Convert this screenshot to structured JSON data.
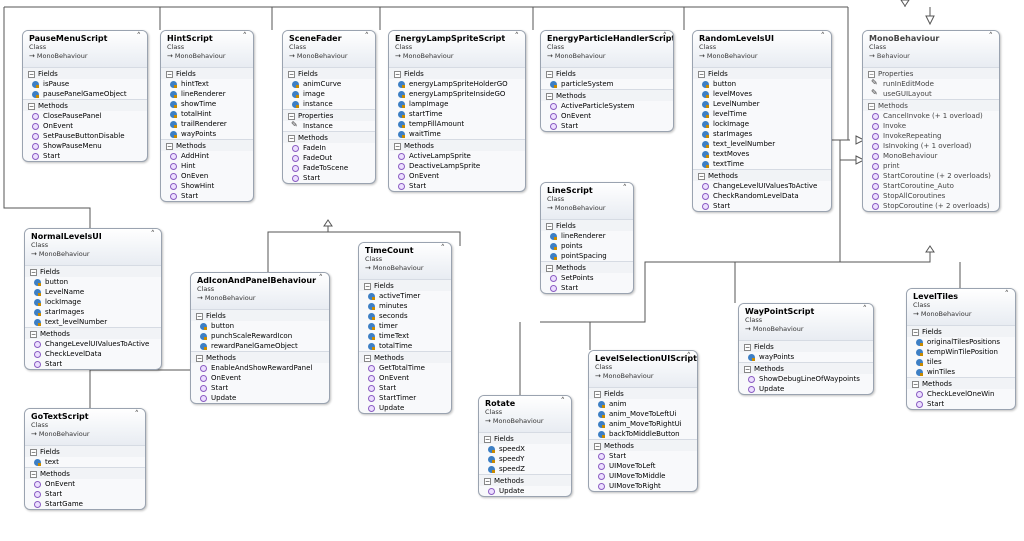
{
  "headers": {
    "fields": "Fields",
    "methods": "Methods",
    "properties": "Properties"
  },
  "classes": [
    {
      "id": "pausemenu",
      "name": "PauseMenuScript",
      "kind": "Class",
      "base": "MonoBehaviour",
      "sections": [
        {
          "title": "Fields",
          "items": [
            {
              "t": "field",
              "n": "isPause"
            },
            {
              "t": "field",
              "n": "pausePanelGameObject"
            }
          ]
        },
        {
          "title": "Methods",
          "items": [
            {
              "t": "method",
              "n": "ClosePausePanel"
            },
            {
              "t": "method",
              "n": "OnEvent"
            },
            {
              "t": "method",
              "n": "SetPauseButtonDisable"
            },
            {
              "t": "method",
              "n": "ShowPauseMenu"
            },
            {
              "t": "method",
              "n": "Start"
            }
          ]
        }
      ]
    },
    {
      "id": "hint",
      "name": "HintScript",
      "kind": "Class",
      "base": "MonoBehaviour",
      "sections": [
        {
          "title": "Fields",
          "items": [
            {
              "t": "field",
              "n": "hintText"
            },
            {
              "t": "field",
              "n": "lineRenderer"
            },
            {
              "t": "field",
              "n": "showTime"
            },
            {
              "t": "field",
              "n": "totalHint"
            },
            {
              "t": "field",
              "n": "trailRenderer"
            },
            {
              "t": "field",
              "n": "wayPoints"
            }
          ]
        },
        {
          "title": "Methods",
          "items": [
            {
              "t": "method",
              "n": "AddHint"
            },
            {
              "t": "method",
              "n": "Hint"
            },
            {
              "t": "method",
              "n": "OnEven"
            },
            {
              "t": "method",
              "n": "ShowHint"
            },
            {
              "t": "method",
              "n": "Start"
            }
          ]
        }
      ]
    },
    {
      "id": "scenefader",
      "name": "SceneFader",
      "kind": "Class",
      "base": "MonoBehaviour",
      "sections": [
        {
          "title": "Fields",
          "items": [
            {
              "t": "field",
              "n": "animCurve"
            },
            {
              "t": "field",
              "n": "image"
            },
            {
              "t": "field",
              "n": "instance"
            }
          ]
        },
        {
          "title": "Properties",
          "items": [
            {
              "t": "prop",
              "n": "Instance"
            }
          ]
        },
        {
          "title": "Methods",
          "items": [
            {
              "t": "method",
              "n": "FadeIn"
            },
            {
              "t": "method",
              "n": "FadeOut"
            },
            {
              "t": "method",
              "n": "FadeToScene"
            },
            {
              "t": "method",
              "n": "Start"
            }
          ]
        }
      ]
    },
    {
      "id": "energylamp",
      "name": "EnergyLampSpriteScript",
      "kind": "Class",
      "base": "MonoBehaviour",
      "sections": [
        {
          "title": "Fields",
          "items": [
            {
              "t": "field",
              "n": "energyLampSpriteHolderGO"
            },
            {
              "t": "field",
              "n": "energyLampSpriteInsideGO"
            },
            {
              "t": "field",
              "n": "lampImage"
            },
            {
              "t": "field",
              "n": "startTime"
            },
            {
              "t": "field",
              "n": "tempFillAmount"
            },
            {
              "t": "field",
              "n": "waitTime"
            }
          ]
        },
        {
          "title": "Methods",
          "items": [
            {
              "t": "method",
              "n": "ActiveLampSprite"
            },
            {
              "t": "method",
              "n": "DeactiveLampSprite"
            },
            {
              "t": "method",
              "n": "OnEvent"
            },
            {
              "t": "method",
              "n": "Start"
            }
          ]
        }
      ]
    },
    {
      "id": "energyparticle",
      "name": "EnergyParticleHandlerScript",
      "kind": "Class",
      "base": "MonoBehaviour",
      "sections": [
        {
          "title": "Fields",
          "items": [
            {
              "t": "field",
              "n": "particleSystem"
            }
          ]
        },
        {
          "title": "Methods",
          "items": [
            {
              "t": "method",
              "n": "ActiveParticleSystem"
            },
            {
              "t": "method",
              "n": "OnEvent"
            },
            {
              "t": "method",
              "n": "Start"
            }
          ]
        }
      ]
    },
    {
      "id": "randomlevels",
      "name": "RandomLevelsUI",
      "kind": "Class",
      "base": "MonoBehaviour",
      "sections": [
        {
          "title": "Fields",
          "items": [
            {
              "t": "field",
              "n": "button"
            },
            {
              "t": "field",
              "n": "levelMoves"
            },
            {
              "t": "field",
              "n": "LevelNumber"
            },
            {
              "t": "field",
              "n": "levelTime"
            },
            {
              "t": "field",
              "n": "lockImage"
            },
            {
              "t": "field",
              "n": "starImages"
            },
            {
              "t": "field",
              "n": "text_levelNumber"
            },
            {
              "t": "field",
              "n": "textMoves"
            },
            {
              "t": "field",
              "n": "textTime"
            }
          ]
        },
        {
          "title": "Methods",
          "items": [
            {
              "t": "method",
              "n": "ChangeLevelUIValuesToActive"
            },
            {
              "t": "method",
              "n": "CheckRandomLevelData"
            },
            {
              "t": "method",
              "n": "Start"
            }
          ]
        }
      ]
    },
    {
      "id": "monobehaviour",
      "name": "MonoBehaviour",
      "kind": "Class",
      "base": "Behaviour",
      "gray": true,
      "sections": [
        {
          "title": "Properties",
          "items": [
            {
              "t": "prop",
              "n": "runInEditMode"
            },
            {
              "t": "prop",
              "n": "useGUILayout"
            }
          ]
        },
        {
          "title": "Methods",
          "items": [
            {
              "t": "method",
              "n": "CancelInvoke (+ 1 overload)"
            },
            {
              "t": "method",
              "n": "Invoke"
            },
            {
              "t": "method",
              "n": "InvokeRepeating"
            },
            {
              "t": "method",
              "n": "IsInvoking (+ 1 overload)"
            },
            {
              "t": "method",
              "n": "MonoBehaviour"
            },
            {
              "t": "method",
              "n": "print"
            },
            {
              "t": "method",
              "n": "StartCoroutine (+ 2 overloads)"
            },
            {
              "t": "method",
              "n": "StartCoroutine_Auto"
            },
            {
              "t": "method",
              "n": "StopAllCoroutines"
            },
            {
              "t": "method",
              "n": "StopCoroutine (+ 2 overloads)"
            }
          ]
        }
      ]
    },
    {
      "id": "normallevels",
      "name": "NormalLevelsUI",
      "kind": "Class",
      "base": "MonoBehaviour",
      "sections": [
        {
          "title": "Fields",
          "items": [
            {
              "t": "field",
              "n": "button"
            },
            {
              "t": "field",
              "n": "LevelName"
            },
            {
              "t": "field",
              "n": "lockImage"
            },
            {
              "t": "field",
              "n": "starImages"
            },
            {
              "t": "field",
              "n": "text_levelNumber"
            }
          ]
        },
        {
          "title": "Methods",
          "items": [
            {
              "t": "method",
              "n": "ChangeLevelUIValuesToActive"
            },
            {
              "t": "method",
              "n": "CheckLevelData"
            },
            {
              "t": "method",
              "n": "Start"
            }
          ]
        }
      ]
    },
    {
      "id": "adicon",
      "name": "AdIconAndPanelBehaviour",
      "kind": "Class",
      "base": "MonoBehaviour",
      "sections": [
        {
          "title": "Fields",
          "items": [
            {
              "t": "field",
              "n": "button"
            },
            {
              "t": "field",
              "n": "punchScaleRewardIcon"
            },
            {
              "t": "field",
              "n": "rewardPanelGameObject"
            }
          ]
        },
        {
          "title": "Methods",
          "items": [
            {
              "t": "method",
              "n": "EnableAndShowRewardPanel"
            },
            {
              "t": "method",
              "n": "OnEvent"
            },
            {
              "t": "method",
              "n": "Start"
            },
            {
              "t": "method",
              "n": "Update"
            }
          ]
        }
      ]
    },
    {
      "id": "timecount",
      "name": "TimeCount",
      "kind": "Class",
      "base": "MonoBehaviour",
      "sections": [
        {
          "title": "Fields",
          "items": [
            {
              "t": "field",
              "n": "activeTimer"
            },
            {
              "t": "field",
              "n": "minutes"
            },
            {
              "t": "field",
              "n": "seconds"
            },
            {
              "t": "field",
              "n": "timer"
            },
            {
              "t": "field",
              "n": "timeText"
            },
            {
              "t": "field",
              "n": "totalTime"
            }
          ]
        },
        {
          "title": "Methods",
          "items": [
            {
              "t": "method",
              "n": "GetTotalTime"
            },
            {
              "t": "method",
              "n": "OnEvent"
            },
            {
              "t": "method",
              "n": "Start"
            },
            {
              "t": "method",
              "n": "StartTimer"
            },
            {
              "t": "method",
              "n": "Update"
            }
          ]
        }
      ]
    },
    {
      "id": "linescript",
      "name": "LineScript",
      "kind": "Class",
      "base": "MonoBehaviour",
      "sections": [
        {
          "title": "Fields",
          "items": [
            {
              "t": "field",
              "n": "lineRenderer"
            },
            {
              "t": "field",
              "n": "points"
            },
            {
              "t": "field",
              "n": "pointSpacing"
            }
          ]
        },
        {
          "title": "Methods",
          "items": [
            {
              "t": "method",
              "n": "SetPoints"
            },
            {
              "t": "method",
              "n": "Start"
            }
          ]
        }
      ]
    },
    {
      "id": "waypoint",
      "name": "WayPointScript",
      "kind": "Class",
      "base": "MonoBehaviour",
      "sections": [
        {
          "title": "Fields",
          "items": [
            {
              "t": "field",
              "n": "wayPoints"
            }
          ]
        },
        {
          "title": "Methods",
          "items": [
            {
              "t": "method",
              "n": "ShowDebugLineOfWaypoints"
            },
            {
              "t": "method",
              "n": "Update"
            }
          ]
        }
      ]
    },
    {
      "id": "leveltiles",
      "name": "LevelTiles",
      "kind": "Class",
      "base": "MonoBehaviour",
      "sections": [
        {
          "title": "Fields",
          "items": [
            {
              "t": "field",
              "n": "originalTilesPositions"
            },
            {
              "t": "field",
              "n": "tempWinTilePosition"
            },
            {
              "t": "field",
              "n": "tiles"
            },
            {
              "t": "field",
              "n": "winTiles"
            }
          ]
        },
        {
          "title": "Methods",
          "items": [
            {
              "t": "method",
              "n": "CheckLevelOneWin"
            },
            {
              "t": "method",
              "n": "Start"
            }
          ]
        }
      ]
    },
    {
      "id": "gotext",
      "name": "GoTextScript",
      "kind": "Class",
      "base": "MonoBehaviour",
      "sections": [
        {
          "title": "Fields",
          "items": [
            {
              "t": "field",
              "n": "text"
            }
          ]
        },
        {
          "title": "Methods",
          "items": [
            {
              "t": "method",
              "n": "OnEvent"
            },
            {
              "t": "method",
              "n": "Start"
            },
            {
              "t": "method",
              "n": "StartGame"
            }
          ]
        }
      ]
    },
    {
      "id": "rotate",
      "name": "Rotate",
      "kind": "Class",
      "base": "MonoBehaviour",
      "sections": [
        {
          "title": "Fields",
          "items": [
            {
              "t": "field",
              "n": "speedX"
            },
            {
              "t": "field",
              "n": "speedY"
            },
            {
              "t": "field",
              "n": "speedZ"
            }
          ]
        },
        {
          "title": "Methods",
          "items": [
            {
              "t": "method",
              "n": "Update"
            }
          ]
        }
      ]
    },
    {
      "id": "levelselection",
      "name": "LevelSelectionUIScript",
      "kind": "Class",
      "base": "MonoBehaviour",
      "sections": [
        {
          "title": "Fields",
          "items": [
            {
              "t": "field",
              "n": "anim"
            },
            {
              "t": "field",
              "n": "anim_MoveToLeftUi"
            },
            {
              "t": "field",
              "n": "anim_MoveToRightUi"
            },
            {
              "t": "field",
              "n": "backToMiddleButton"
            }
          ]
        },
        {
          "title": "Methods",
          "items": [
            {
              "t": "method",
              "n": "Start"
            },
            {
              "t": "method",
              "n": "UIMoveToLeft"
            },
            {
              "t": "method",
              "n": "UIMoveToMiddle"
            },
            {
              "t": "method",
              "n": "UIMoveToRight"
            }
          ]
        }
      ]
    }
  ]
}
